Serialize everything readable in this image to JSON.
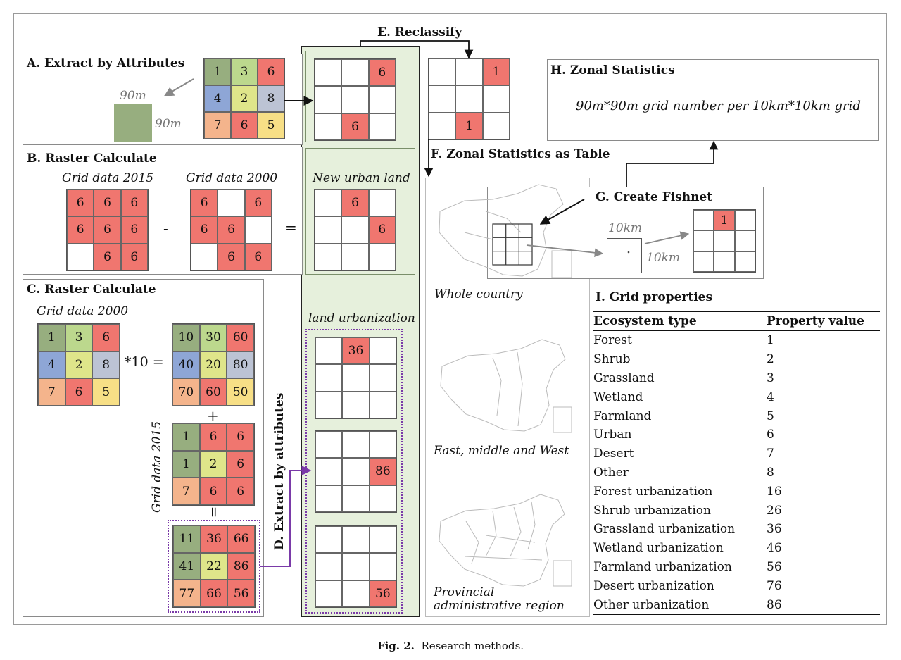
{
  "colors": {
    "c1": "#97ae7f",
    "c2": "#dfe58a",
    "c3": "#bcd88d",
    "c4": "#8ea6d6",
    "c5": "#f7df86",
    "c6": "#f0766f",
    "c7": "#f4b48c",
    "c8": "#bcc3d4",
    "empty": "#ffffff"
  },
  "panels": {
    "a": {
      "title": "A. Extract by Attributes",
      "size_top": "90m",
      "size_right": "90m"
    },
    "b": {
      "title": "B. Raster Calculate",
      "label_left": "Grid data 2015",
      "label_right": "Grid data 2000",
      "minus": "-",
      "equals": "="
    },
    "c": {
      "title": "C. Raster Calculate",
      "label_top": "Grid data 2000",
      "times": "*10 =",
      "plus": "+",
      "label_side": "Grid data 2015",
      "equals": "="
    },
    "d": {
      "title": "D. Extract by attributes"
    },
    "e": {
      "title": "E. Reclassify"
    },
    "f": {
      "title": "F. Zonal Statistics as Table",
      "map1": "Whole country",
      "map2": "East, middle and West",
      "map3_line1": "Provincial",
      "map3_line2": "administrative region"
    },
    "g": {
      "title": "G. Create Fishnet",
      "size_top": "10km",
      "size_right": "10km"
    },
    "h": {
      "title": "H. Zonal Statistics",
      "text": "90m*90m grid number per 10km*10km grid"
    },
    "green": {
      "label_new": "New urban land",
      "label_land": "land urbanization"
    }
  },
  "grids": {
    "a_input": {
      "values": [
        "1",
        "3",
        "6",
        "4",
        "2",
        "8",
        "7",
        "6",
        "5"
      ],
      "colors": [
        "c1",
        "c3",
        "c6",
        "c4",
        "c2",
        "c8",
        "c7",
        "c6",
        "c5"
      ]
    },
    "a_output": {
      "values": [
        "",
        "",
        "6",
        "",
        "",
        "",
        "",
        "6",
        ""
      ],
      "colors": [
        "empty",
        "empty",
        "c6",
        "empty",
        "empty",
        "empty",
        "empty",
        "c6",
        "empty"
      ]
    },
    "e_output": {
      "values": [
        "",
        "",
        "1",
        "",
        "",
        "",
        "",
        "1",
        ""
      ],
      "colors": [
        "empty",
        "empty",
        "c6",
        "empty",
        "empty",
        "empty",
        "empty",
        "c6",
        "empty"
      ]
    },
    "b_2015": {
      "values": [
        "6",
        "6",
        "6",
        "6",
        "6",
        "6",
        "",
        "6",
        "6"
      ],
      "colors": [
        "c6",
        "c6",
        "c6",
        "c6",
        "c6",
        "c6",
        "empty",
        "c6",
        "c6"
      ]
    },
    "b_2000": {
      "values": [
        "6",
        "",
        "6",
        "6",
        "6",
        "",
        "",
        "6",
        "6"
      ],
      "colors": [
        "c6",
        "empty",
        "c6",
        "c6",
        "c6",
        "empty",
        "empty",
        "c6",
        "c6"
      ]
    },
    "b_new": {
      "values": [
        "",
        "6",
        "",
        "",
        "",
        "6",
        "",
        "",
        ""
      ],
      "colors": [
        "empty",
        "c6",
        "empty",
        "empty",
        "empty",
        "c6",
        "empty",
        "empty",
        "empty"
      ]
    },
    "c_2000": {
      "values": [
        "1",
        "3",
        "6",
        "4",
        "2",
        "8",
        "7",
        "6",
        "5"
      ],
      "colors": [
        "c1",
        "c3",
        "c6",
        "c4",
        "c2",
        "c8",
        "c7",
        "c6",
        "c5"
      ]
    },
    "c_x10": {
      "values": [
        "10",
        "30",
        "60",
        "40",
        "20",
        "80",
        "70",
        "60",
        "50"
      ],
      "colors": [
        "c1",
        "c3",
        "c6",
        "c4",
        "c2",
        "c8",
        "c7",
        "c6",
        "c5"
      ]
    },
    "c_2015": {
      "values": [
        "1",
        "6",
        "6",
        "1",
        "2",
        "6",
        "7",
        "6",
        "6"
      ],
      "colors": [
        "c1",
        "c6",
        "c6",
        "c1",
        "c2",
        "c6",
        "c7",
        "c6",
        "c6"
      ]
    },
    "c_sum": {
      "values": [
        "11",
        "36",
        "66",
        "41",
        "22",
        "86",
        "77",
        "66",
        "56"
      ],
      "colors": [
        "c1",
        "c6",
        "c6",
        "c1",
        "c2",
        "c6",
        "c7",
        "c6",
        "c6"
      ]
    },
    "d_1": {
      "values": [
        "",
        "36",
        "",
        "",
        "",
        "",
        "",
        "",
        ""
      ],
      "colors": [
        "empty",
        "c6",
        "empty",
        "empty",
        "empty",
        "empty",
        "empty",
        "empty",
        "empty"
      ]
    },
    "d_2": {
      "values": [
        "",
        "",
        "",
        "",
        "",
        "86",
        "",
        "",
        ""
      ],
      "colors": [
        "empty",
        "empty",
        "empty",
        "empty",
        "empty",
        "c6",
        "empty",
        "empty",
        "empty"
      ]
    },
    "d_3": {
      "values": [
        "",
        "",
        "",
        "",
        "",
        "",
        "",
        "",
        "56"
      ],
      "colors": [
        "empty",
        "empty",
        "empty",
        "empty",
        "empty",
        "empty",
        "empty",
        "empty",
        "c6"
      ]
    },
    "g_fish": {
      "values": [
        "",
        "1",
        "",
        "",
        "",
        "",
        "",
        "",
        ""
      ],
      "colors": [
        "empty",
        "c6",
        "empty",
        "empty",
        "empty",
        "empty",
        "empty",
        "empty",
        "empty"
      ]
    }
  },
  "table": {
    "title": "I. Grid properties",
    "headers": [
      "Ecosystem type",
      "Property value"
    ],
    "rows": [
      [
        "Forest",
        "1"
      ],
      [
        "Shrub",
        "2"
      ],
      [
        "Grassland",
        "3"
      ],
      [
        "Wetland",
        "4"
      ],
      [
        "Farmland",
        "5"
      ],
      [
        "Urban",
        "6"
      ],
      [
        "Desert",
        "7"
      ],
      [
        "Other",
        "8"
      ],
      [
        "Forest urbanization",
        "16"
      ],
      [
        "Shrub urbanization",
        "26"
      ],
      [
        "Grassland urbanization",
        "36"
      ],
      [
        "Wetland urbanization",
        "46"
      ],
      [
        "Farmland urbanization",
        "56"
      ],
      [
        "Desert urbanization",
        "76"
      ],
      [
        "Other urbanization",
        "86"
      ]
    ]
  },
  "caption": {
    "label": "Fig. 2.",
    "text": "Research methods."
  }
}
